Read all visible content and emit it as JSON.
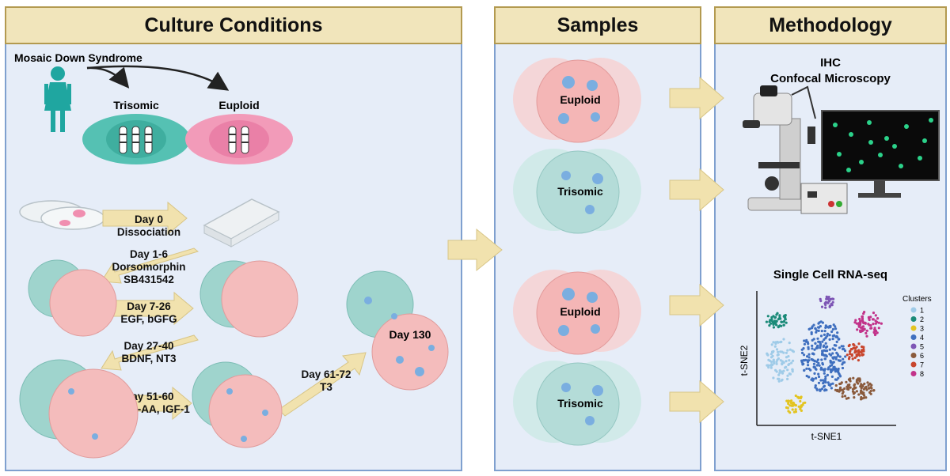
{
  "headers": {
    "culture": "Culture Conditions",
    "samples": "Samples",
    "methodology": "Methodology"
  },
  "culture": {
    "donor_label": "Mosaic Down Syndrome",
    "trisomic_label": "Trisomic",
    "euploid_label": "Euploid",
    "steps": [
      {
        "day": "Day 0",
        "detail": "Dissociation"
      },
      {
        "day": "Day 1-6",
        "detail": "Dorsomorphin",
        "detail2": "SB431542"
      },
      {
        "day": "Day 7-26",
        "detail": "EGF, bGFG"
      },
      {
        "day": "Day 27-40",
        "detail": "BDNF, NT3"
      },
      {
        "day": "Day 51-60",
        "detail": "PDGF-AA, IGF-1"
      },
      {
        "day": "Day 61-72",
        "detail": "T3"
      }
    ],
    "final_day": "Day 130"
  },
  "samples": [
    "Euploid",
    "Trisomic",
    "Euploid",
    "Trisomic"
  ],
  "methodology": {
    "ihc_line1": "IHC",
    "ihc_line2": "Confocal Microscopy",
    "scrna_title": "Single Cell RNA-seq",
    "x_axis": "t-SNE1",
    "y_axis": "t-SNE2",
    "legend_title": "Clusters",
    "clusters": [
      {
        "label": "1",
        "color": "#9fcbe8"
      },
      {
        "label": "2",
        "color": "#1a8a78"
      },
      {
        "label": "3",
        "color": "#e3c420"
      },
      {
        "label": "4",
        "color": "#3f6fbf"
      },
      {
        "label": "5",
        "color": "#7d55b5"
      },
      {
        "label": "6",
        "color": "#8a5a3c"
      },
      {
        "label": "7",
        "color": "#c8452d"
      },
      {
        "label": "8",
        "color": "#c2338a"
      }
    ]
  },
  "colors": {
    "panel_bg": "#e6edf8",
    "panel_border": "#7fa0cf",
    "header_bg": "#f1e5bb",
    "arrow": "#f1e2ae",
    "euploid_pink": "#f4bcbc",
    "trisomic_teal": "#bfe3e0",
    "cell_blue": "#7aaee0"
  }
}
